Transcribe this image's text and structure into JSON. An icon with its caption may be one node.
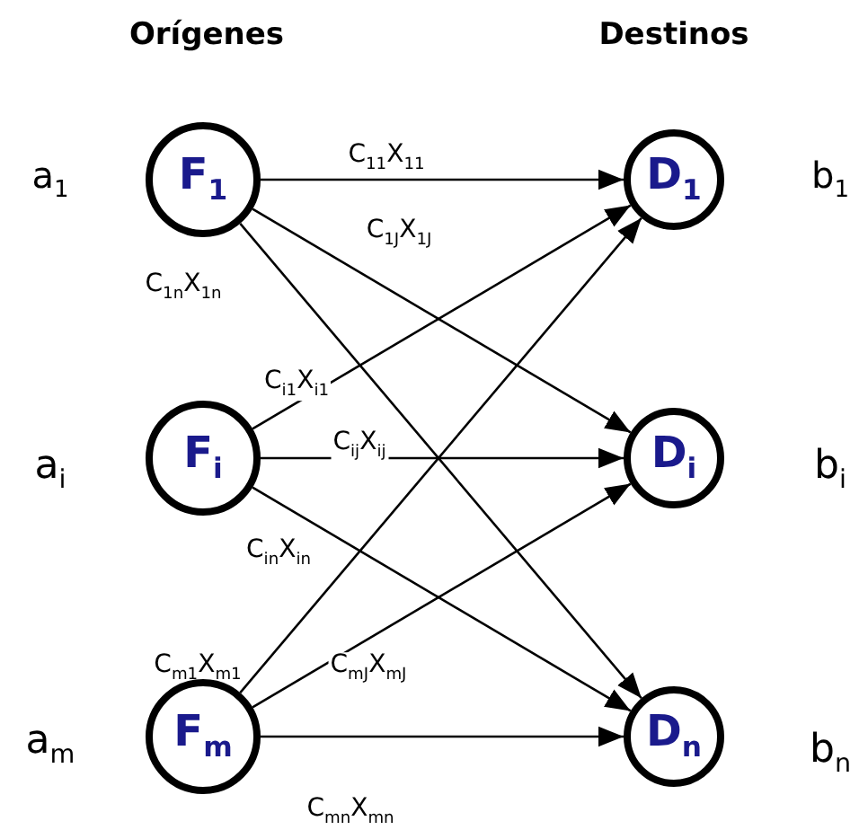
{
  "diagram": {
    "nodes": [
      {
        "text": [
          "F$_{1}$"
        ]
      },
      {
        "text": [
          "F$_{i}$"
        ]
      },
      {
        "text": [
          "F$_{m}$"
        ]
      },
      {
        "text": [
          "D$_{1}$"
        ]
      },
      {
        "text": [
          "D$_{i}$"
        ]
      },
      {
        "text": [
          "D$_{n}$"
        ]
      }
    ],
    "edges": [
      {
        "from": 0,
        "to": 3,
        "arrow": "to",
        "label": "C$_{11}$X$_{11}$"
      },
      {
        "from": 0,
        "to": 4,
        "arrow": "to",
        "label": "C$_{1J}$X$_{1J}$"
      },
      {
        "from": 0,
        "to": 5,
        "arrow": "to",
        "label": "C$_{1n}$X$_{1n}$"
      },
      {
        "from": 1,
        "to": 3,
        "arrow": "to",
        "label": "C$_{i1}$X$_{i1}$"
      },
      {
        "from": 1,
        "to": 4,
        "arrow": "to",
        "label": "C$_{ij}$X$_{ij}$"
      },
      {
        "from": 1,
        "to": 5,
        "arrow": "to",
        "label": "C$_{in}$X$_{in}$"
      },
      {
        "from": 2,
        "to": 3,
        "arrow": "to",
        "label": "C$_{m1}$X$_{m1}$"
      },
      {
        "from": 2,
        "to": 4,
        "arrow": "to",
        "label": "C$_{mJ}$X$_{mJ}$"
      },
      {
        "from": 2,
        "to": 5,
        "arrow": "to",
        "label": "C$_{mn}$X$_{mn}$"
      }
    ],
    "labels": [
      "Orígenes",
      "Destinos",
      "a$_{1}$",
      "b$_{1}$",
      "a$_{i}$",
      "b$_{i}$",
      "a$_{m}$",
      "b$_{n}$"
    ]
  }
}
